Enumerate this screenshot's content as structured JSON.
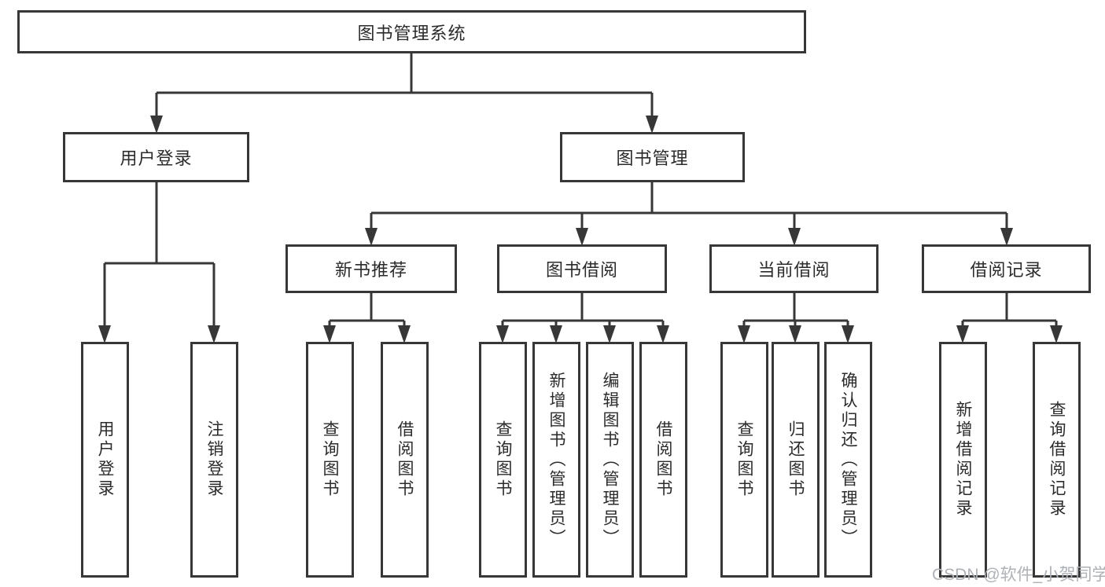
{
  "diagram": {
    "title": "图书管理系统",
    "root": {
      "label": "图书管理系统",
      "children": [
        {
          "label": "用户登录",
          "children": [
            {
              "label": "用户登录"
            },
            {
              "label": "注销登录"
            }
          ]
        },
        {
          "label": "图书管理",
          "children": [
            {
              "label": "新书推荐",
              "children": [
                {
                  "label": "查询图书"
                },
                {
                  "label": "借阅图书"
                }
              ]
            },
            {
              "label": "图书借阅",
              "children": [
                {
                  "label": "查询图书"
                },
                {
                  "label": "新增图书（管理员）"
                },
                {
                  "label": "编辑图书（管理员）"
                },
                {
                  "label": "借阅图书"
                }
              ]
            },
            {
              "label": "当前借阅",
              "children": [
                {
                  "label": "查询图书"
                },
                {
                  "label": "归还图书"
                },
                {
                  "label": "确认归还（管理员）"
                }
              ]
            },
            {
              "label": "借阅记录",
              "children": [
                {
                  "label": "新增借阅记录"
                },
                {
                  "label": "查询借阅记录"
                }
              ]
            }
          ]
        }
      ]
    },
    "colors": {
      "line": "#373737",
      "box_border": "#373737",
      "box_fill": "#ffffff",
      "text": "#2b2b2b",
      "background": "#ffffff",
      "watermark": "#aeb2b7"
    }
  },
  "watermark": {
    "text": "CSDN @软件_小贺同学"
  }
}
